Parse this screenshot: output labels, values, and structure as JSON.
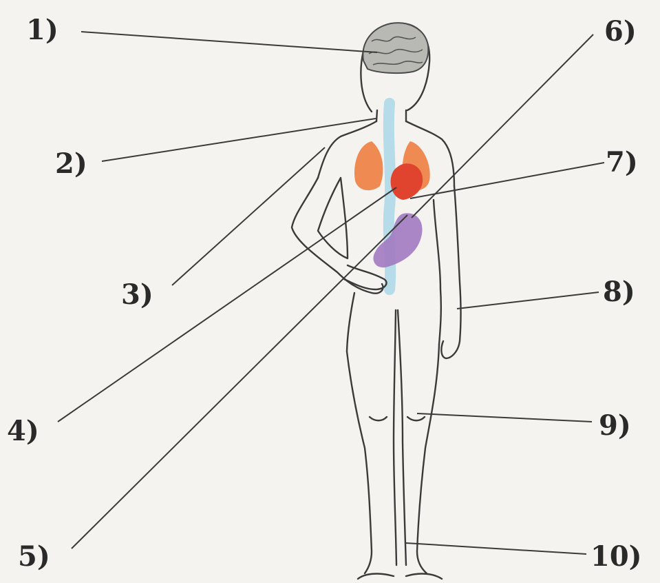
{
  "labels": [
    "1)",
    "2)",
    "3)",
    "4)",
    "5)",
    "6)",
    "7)",
    "8)",
    "9)",
    "10)"
  ],
  "colors": {
    "background": "#f4f3ef",
    "outline": "#3a3a3a",
    "brain": "#b9b9b4",
    "lungs": "#ee8a52",
    "heart": "#e0442e",
    "stomach": "#a37ac2",
    "spine": "#a9d7e6"
  },
  "icons": {
    "brain": "brain-icon",
    "lungs": "lungs-icon",
    "heart": "heart-icon",
    "stomach": "stomach-icon",
    "spine": "spinal-cord-icon"
  }
}
